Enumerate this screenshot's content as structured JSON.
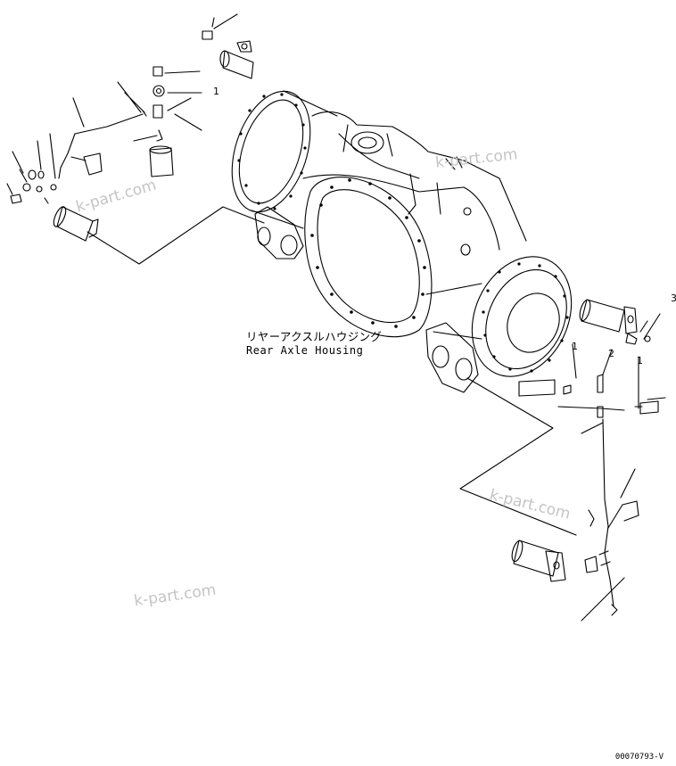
{
  "diagram": {
    "title_jp": "リヤーアクスルハウジング",
    "title_en": "Rear Axle Housing",
    "drawing_code": "00070793-V",
    "watermark": "k-part.com",
    "callouts": {
      "upper_left_1": "1",
      "right_3": "3",
      "right_1": "1",
      "right_2": "2",
      "right_1b": "1"
    }
  }
}
